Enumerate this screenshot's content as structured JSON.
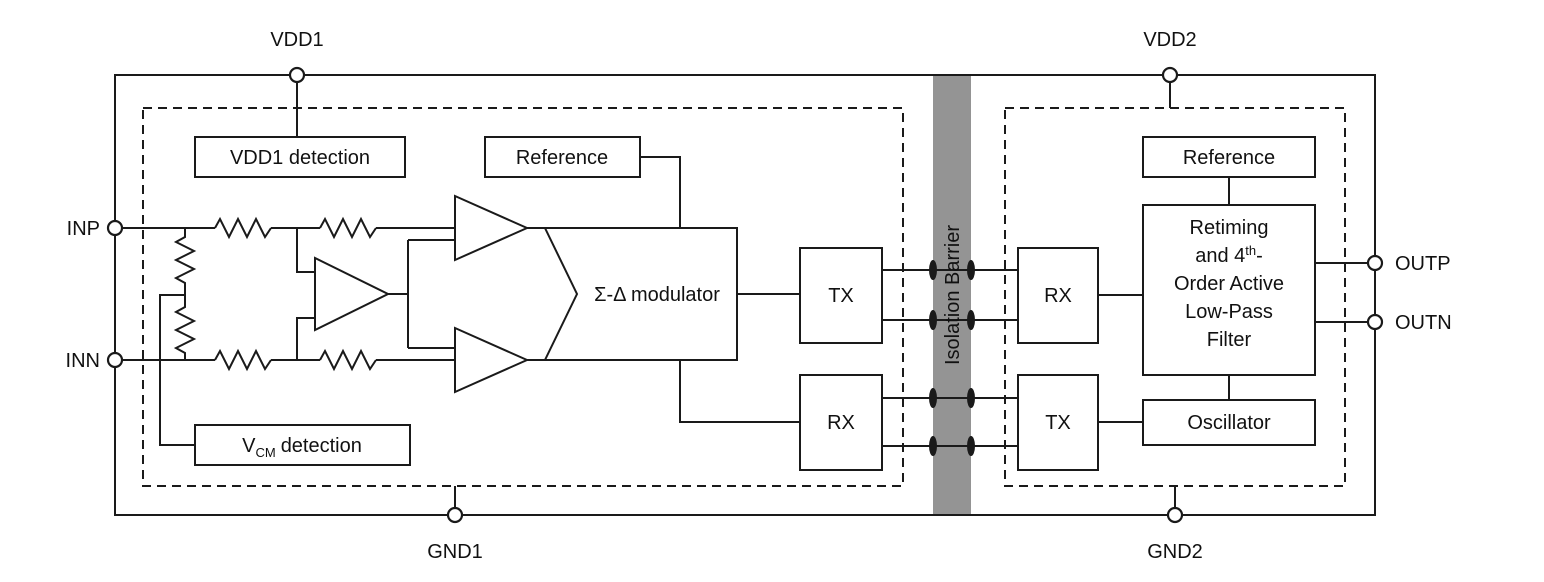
{
  "colors": {
    "barrier": "#949494",
    "line": "#1a1a1a",
    "background": "#ffffff"
  },
  "pins": {
    "vdd1": "VDD1",
    "vdd2": "VDD2",
    "gnd1": "GND1",
    "gnd2": "GND2",
    "inp": "INP",
    "inn": "INN",
    "outp": "OUTP",
    "outn": "OUTN"
  },
  "barrier": {
    "label": "Isolation Barrier"
  },
  "left": {
    "vdd1_detection": "VDD1 detection",
    "reference": "Reference",
    "modulator": "Σ-Δ modulator",
    "tx": "TX",
    "rx": "RX",
    "vcm_pre": "V",
    "vcm_sub": "CM",
    "vcm_post": "detection"
  },
  "right": {
    "reference": "Reference",
    "rx": "RX",
    "tx": "TX",
    "oscillator": "Oscillator",
    "filter_line1": "Retiming",
    "filter_line2_pre": "and 4",
    "filter_line2_sup": "th",
    "filter_line2_post": "-",
    "filter_line3": "Order Active",
    "filter_line4": "Low-Pass",
    "filter_line5": "Filter"
  }
}
